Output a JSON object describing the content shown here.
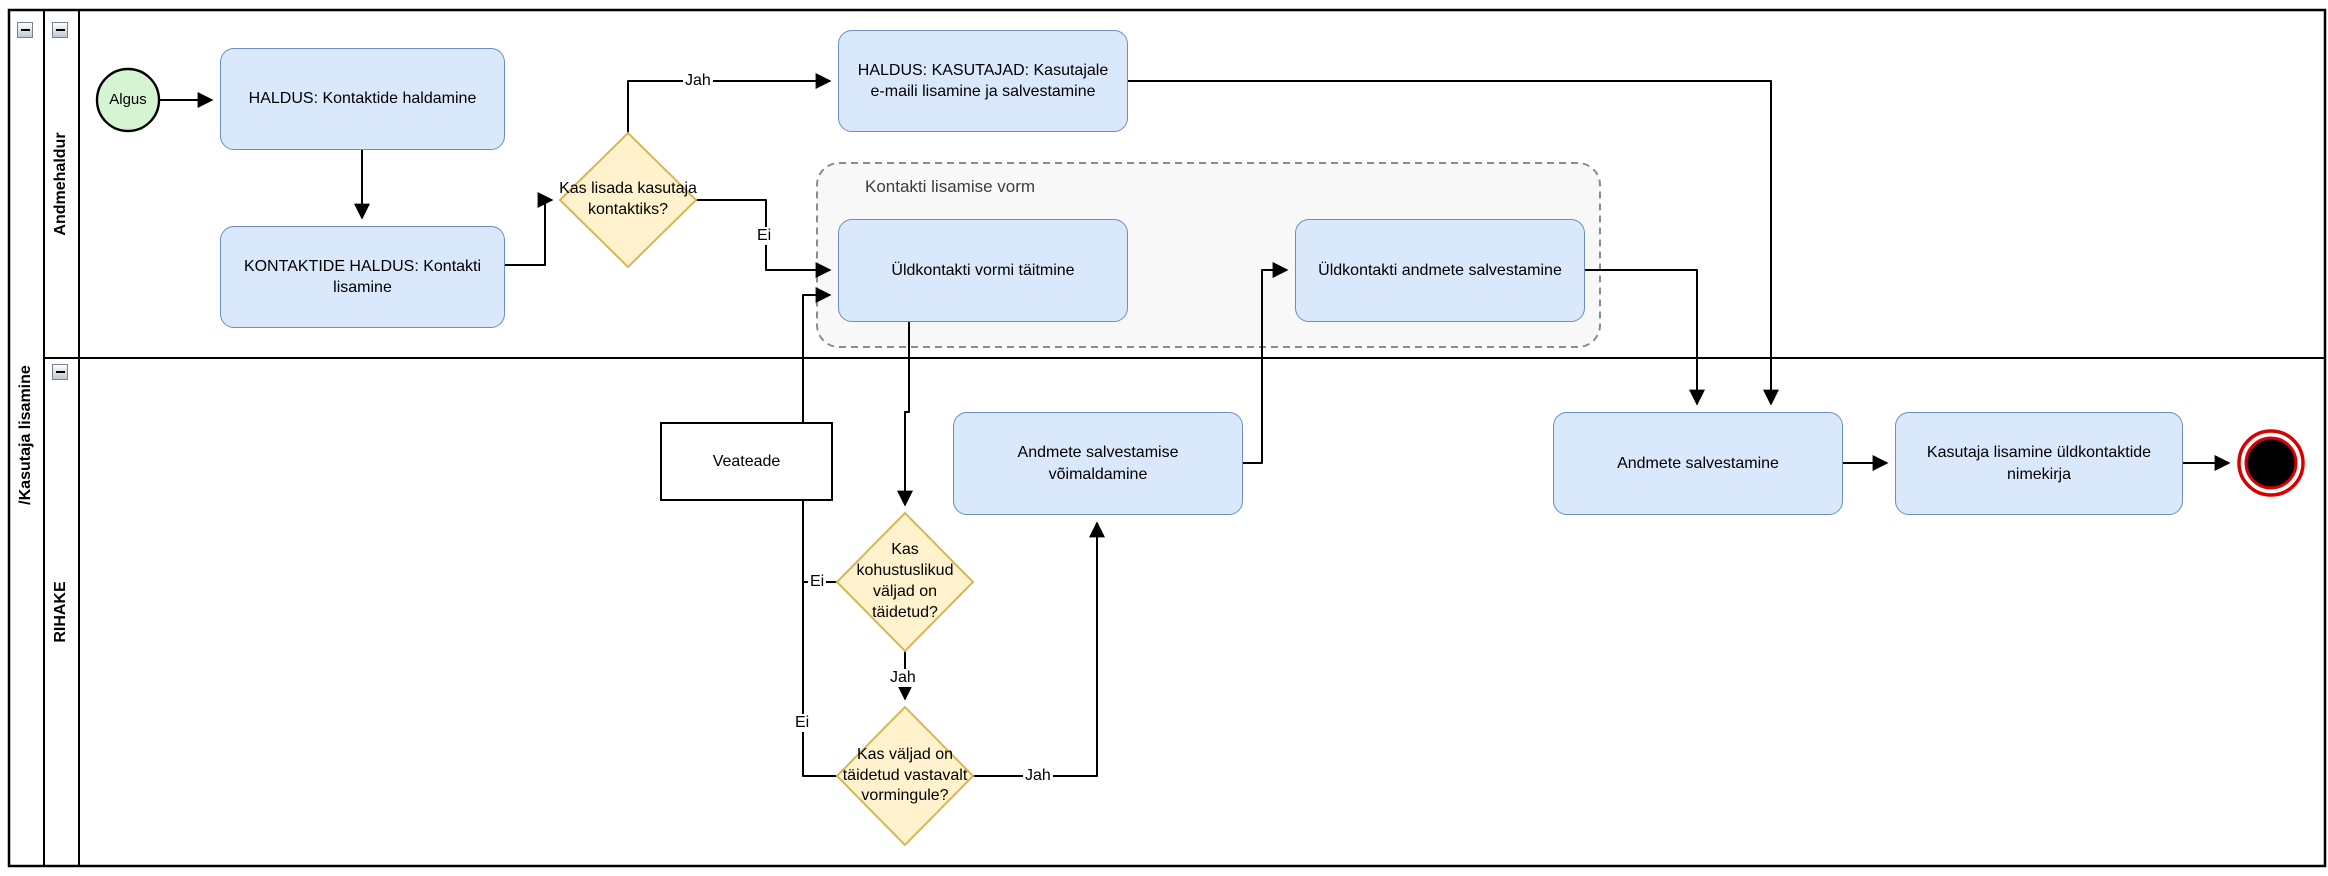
{
  "pool": {
    "label": "/Kasutaja lisamine",
    "lanes": [
      {
        "label": "Andmehaldur"
      },
      {
        "label": "RIHAKE"
      }
    ]
  },
  "start_event": {
    "label": "Algus"
  },
  "group": {
    "label": "Kontakti lisamise vorm"
  },
  "tasks": [
    {
      "label": "HALDUS: Kontaktide haldamine"
    },
    {
      "label": "KONTAKTIDE HALDUS: Kontakti lisamine"
    },
    {
      "label": "HALDUS: KASUTAJAD: Kasutajale e-maili lisamine ja salvestamine"
    },
    {
      "label": "Üldkontakti vormi täitmine"
    },
    {
      "label": "Üldkontakti andmete salvestamine"
    },
    {
      "label": "Veateade"
    },
    {
      "label": "Andmete salvestamise võimaldamine"
    },
    {
      "label": "Andmete salvestamine"
    },
    {
      "label": "Kasutaja lisamine üldkontaktide nimekirja"
    }
  ],
  "gateways": [
    {
      "label": "Kas lisada kasutaja kontaktiks?"
    },
    {
      "label": "Kas kohustuslikud väljad on täidetud?"
    },
    {
      "label": "Kas väljad on täidetud vastavalt vormingule?"
    }
  ],
  "edge_labels": {
    "gateway1_yes": "Jah",
    "gateway1_no": "Ei",
    "gateway2_yes": "Jah",
    "gateway2_no": "Ei",
    "gateway3_yes": "Jah",
    "gateway3_no": "Ei"
  },
  "colors": {
    "task_fill": "#dae8fc",
    "task_stroke": "#6c8ebf",
    "gateway_fill": "#fff2cc",
    "gateway_stroke": "#d6b656",
    "start_fill": "#d5f5d2",
    "start_stroke": "#000000",
    "end_stroke": "#db0000",
    "end_fill": "#000000",
    "group_fill": "#f8f8f8",
    "group_stroke": "#8b8b8b",
    "flow_color": "#000000"
  }
}
